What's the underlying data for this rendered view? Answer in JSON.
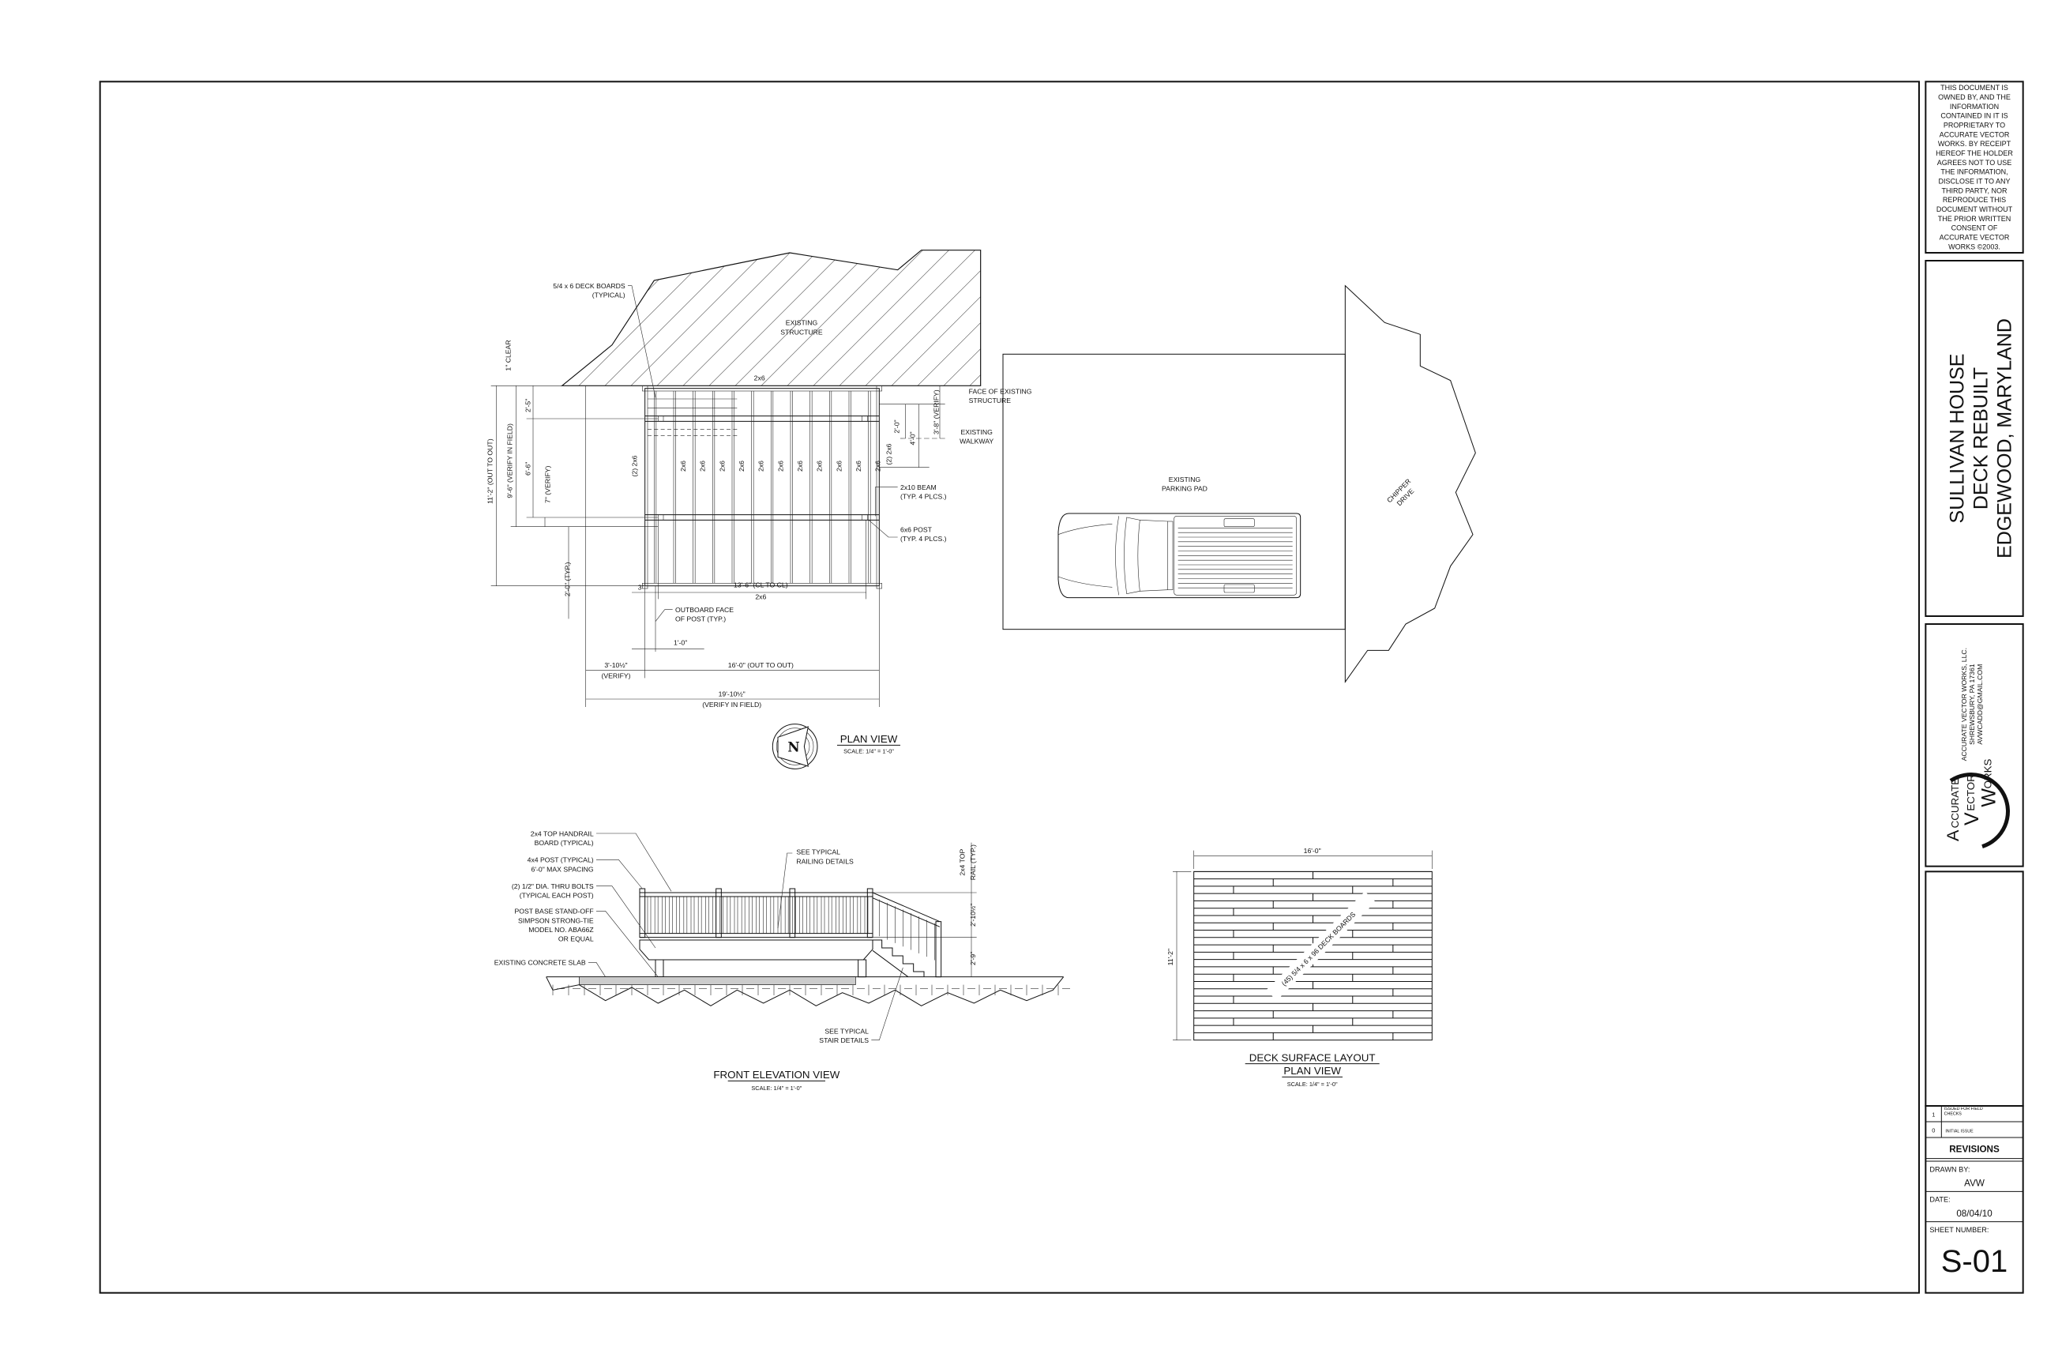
{
  "title_block": {
    "notice_lines": [
      "THIS DOCUMENT IS",
      "OWNED BY, AND THE",
      "INFORMATION",
      "CONTAINED IN IT IS",
      "PROPRIETARY TO",
      "ACCURATE VECTOR",
      "WORKS. BY RECEIPT",
      "HEREOF THE HOLDER",
      "AGREES NOT TO USE",
      "THE  INFORMATION,",
      "DISCLOSE IT TO ANY",
      "THIRD PARTY, NOR",
      "REPRODUCE THIS",
      "DOCUMENT WITHOUT",
      "THE  PRIOR WRITTEN",
      "CONSENT OF",
      "ACCURATE VECTOR",
      "WORKS ©2003."
    ],
    "project": [
      "SULLIVAN HOUSE",
      "DECK REBUILT",
      "EDGEWOOD, MARYLAND"
    ],
    "company": [
      "ACCURATE VECTOR WORKS, LLC.",
      "SHREWSBURY, PA 17361",
      "AVWCADD@GMAIL.COM"
    ],
    "logo": {
      "a": "A",
      "a_rest": "CCURATE",
      "v": "V",
      "v_rest": "ECTOR",
      "w": "W",
      "w_rest": "ORKS"
    },
    "revisions": [
      {
        "no": "1",
        "desc": "ISSUED FOR FIELD CHECKS"
      },
      {
        "no": "0",
        "desc": "INITIAL ISSUE"
      }
    ],
    "revisions_label": "REVISIONS",
    "drawn_by_label": "DRAWN BY:",
    "drawn_by": "AVW",
    "date_label": "DATE:",
    "date": "08/04/10",
    "sheet_label": "SHEET NUMBER:",
    "sheet": "S-01"
  },
  "plan_view": {
    "title": "PLAN VIEW",
    "scale": "SCALE: 1/4\" = 1'-0\"",
    "north": "N",
    "deck_boards": [
      "5/4 x 6 DECK BOARDS",
      "(TYPICAL)"
    ],
    "existing_structure": [
      "EXISTING",
      "STRUCTURE"
    ],
    "joist": "2x6",
    "double_joist": "(2) 2x6",
    "clear": "1\" CLEAR",
    "dims_left": {
      "d11": "11'-2\" (OUT TO OUT)",
      "d9": "9'-6\" (VERIFY IN FIELD)",
      "d2_5": "2'-5\"",
      "d6_6": "6'-6\"",
      "d7": "7\" (VERIFY)",
      "d2_0": "2'-0\" (TYP.)"
    },
    "dims_right": {
      "d2_0": "2'-0\"",
      "d4_0": "4'-0\"",
      "d3_8": "3'-8\" (VERIFY)"
    },
    "face_existing": [
      "FACE OF EXISTING",
      "STRUCTURE"
    ],
    "walkway": [
      "EXISTING",
      "WALKWAY"
    ],
    "beam": [
      "2x10 BEAM",
      "(TYP. 4 PLCS.)"
    ],
    "post": [
      "6x6 POST",
      "(TYP. 4 PLCS.)"
    ],
    "dims_bottom": {
      "d3": "3\"",
      "d13_6": "13'-6\" (CL TO CL)",
      "outboard": [
        "OUTBOARD FACE",
        "OF POST (TYP.)"
      ],
      "d1_0": "1'-0\"",
      "d3_10": [
        "3'-10½\"",
        "(VERIFY)"
      ],
      "d16": "16'-0\" (OUT TO OUT)",
      "d19": [
        "19'-10½\"",
        "(VERIFY IN FIELD)"
      ]
    },
    "parking_pad": [
      "EXISTING",
      "PARKING PAD"
    ],
    "chipper": [
      "CHIPPER",
      "DRIVE"
    ]
  },
  "elevation": {
    "title": "FRONT ELEVATION VIEW",
    "scale": "SCALE: 1/4\" = 1'-0\"",
    "notes": [
      [
        "2x4 TOP HANDRAIL",
        "BOARD (TYPICAL)"
      ],
      [
        "4x4 POST (TYPICAL)",
        "6'-0\" MAX SPACING"
      ],
      [
        "(2) 1/2\" DIA. THRU BOLTS",
        "(TYPICAL EACH POST)"
      ],
      [
        "POST BASE STAND-OFF",
        "SIMPSON STRONG-TIE",
        "MODEL NO. ABA66Z",
        "OR EQUAL"
      ],
      [
        "EXISTING CONCRETE SLAB"
      ]
    ],
    "railing_note": [
      "SEE TYPICAL",
      "RAILING DETAILS"
    ],
    "stair_note": [
      "SEE TYPICAL",
      "STAIR DETAILS"
    ],
    "top_rail": [
      "2x4 TOP",
      "RAIL (TYP.)"
    ],
    "d_rail": "2'-10½\"",
    "d_deck": "2'-9\""
  },
  "surface": {
    "title": "DECK SURFACE LAYOUT",
    "subtitle": "PLAN VIEW",
    "scale": "SCALE: 1/4\" = 1'-0\"",
    "width": "16'-0\"",
    "depth": "11'-2\"",
    "boards": "(45) 5/4 x 6 x 96 DECK BOARDS",
    "board_rows": 23
  }
}
